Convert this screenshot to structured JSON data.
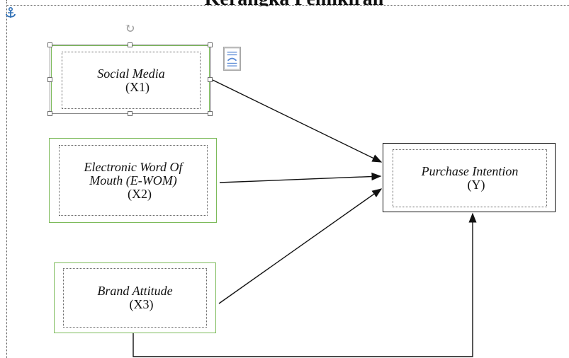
{
  "document": {
    "heading_fragment": "Kerangka Pemikiran"
  },
  "diagram": {
    "nodes": [
      {
        "id": "x1",
        "name": "Social Media",
        "code": "(X1)"
      },
      {
        "id": "x2",
        "name_line1": "Electronic Word Of",
        "name_line2": "Mouth (E-WOM)",
        "code": "(X2)"
      },
      {
        "id": "x3",
        "name": "Brand Attitude",
        "code": "(X3)"
      },
      {
        "id": "y",
        "name": "Purchase Intention",
        "code": "(Y)"
      }
    ],
    "edges": [
      {
        "from": "x1",
        "to": "y"
      },
      {
        "from": "x2",
        "to": "y"
      },
      {
        "from": "x3",
        "to": "y"
      },
      {
        "from": "x3",
        "to": "y",
        "route": "bottom-connector"
      }
    ]
  },
  "icons": {
    "anchor": "anchor-icon",
    "rotate": "rotate-icon",
    "layout_options": "layout-options-icon"
  },
  "colors": {
    "green_border": "#7dbb5b",
    "black_border": "#111111",
    "anchor_blue": "#2f6fb5"
  }
}
